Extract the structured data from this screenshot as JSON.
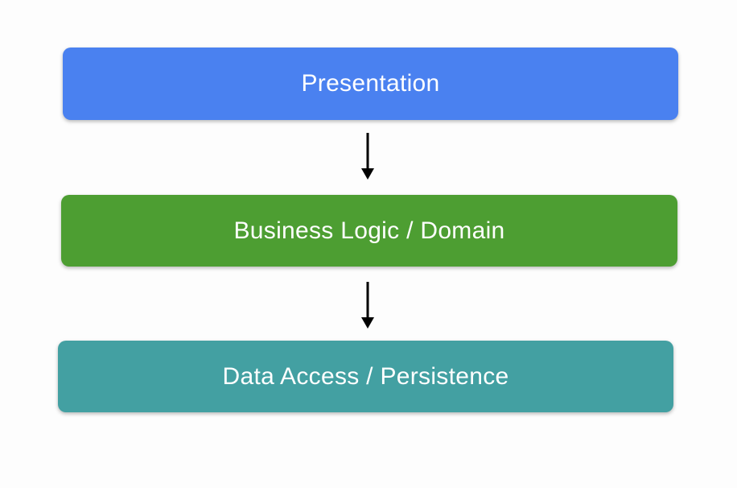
{
  "diagram": {
    "type": "layered-architecture-flow",
    "background_color": "#fdfdfd",
    "text_color": "#ffffff",
    "arrow_color": "#000000",
    "layers": [
      {
        "label": "Presentation",
        "color": "#4a81f0"
      },
      {
        "label": "Business Logic / Domain",
        "color": "#4d9e32"
      },
      {
        "label": "Data Access / Persistence",
        "color": "#43a0a2"
      }
    ],
    "connections": [
      {
        "from": "Presentation",
        "to": "Business Logic / Domain"
      },
      {
        "from": "Business Logic / Domain",
        "to": "Data Access / Persistence"
      }
    ]
  }
}
